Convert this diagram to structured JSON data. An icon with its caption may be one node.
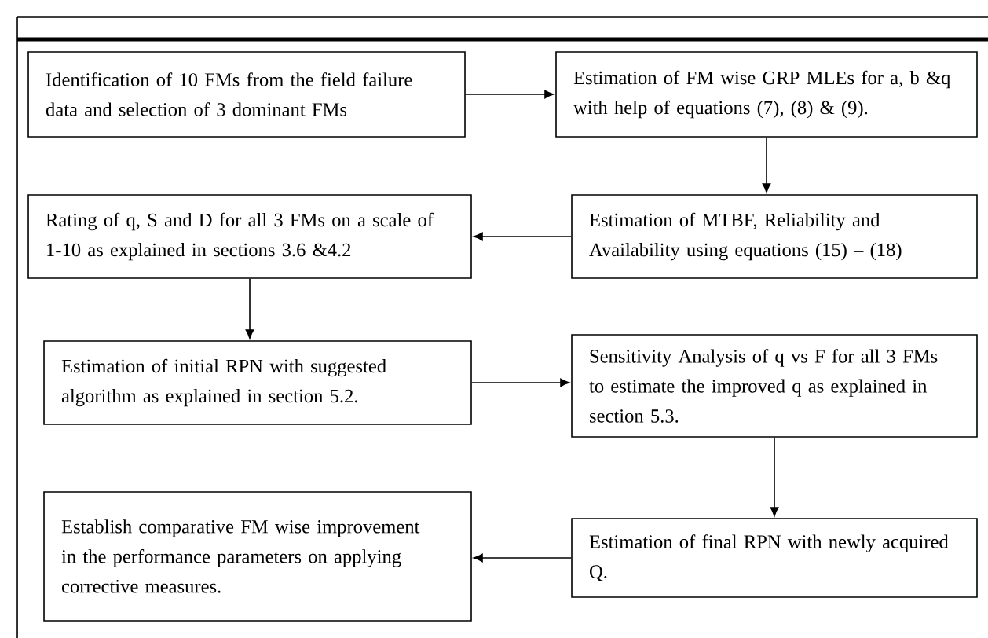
{
  "diagram": {
    "nodes": [
      {
        "text": [
          "Identification of 10 FMs from the field failure data and selection of 3 dominant FMs"
        ]
      },
      {
        "text": [
          "Estimation of FM wise GRP MLEs for a, b &q with help of equations (7), (8) & (9)."
        ]
      },
      {
        "text": [
          "Rating of q, S and D for all 3 FMs on a scale of 1-10 as explained in sections 3.6 &4.2"
        ]
      },
      {
        "text": [
          "Estimation of MTBF, Reliability and Availability using equations (15) – (18)"
        ]
      },
      {
        "text": [
          "Estimation of initial RPN with suggested algorithm as explained in section 5.2."
        ]
      },
      {
        "text": [
          "Sensitivity Analysis of q vs F for all 3 FMs to estimate the improved q as explained in section 5.3."
        ]
      },
      {
        "text": [
          "Establish comparative FM wise improvement in the performance parameters on applying corrective measures."
        ]
      },
      {
        "text": [
          "Estimation of final RPN with newly acquired Q."
        ]
      }
    ],
    "edges": [
      {
        "from": 0,
        "to": 1,
        "arrow": "to"
      },
      {
        "from": 1,
        "to": 3,
        "arrow": "to"
      },
      {
        "from": 3,
        "to": 2,
        "arrow": "to"
      },
      {
        "from": 2,
        "to": 4,
        "arrow": "to"
      },
      {
        "from": 4,
        "to": 5,
        "arrow": "to"
      },
      {
        "from": 5,
        "to": 7,
        "arrow": "to"
      },
      {
        "from": 7,
        "to": 6,
        "arrow": "to"
      }
    ]
  }
}
